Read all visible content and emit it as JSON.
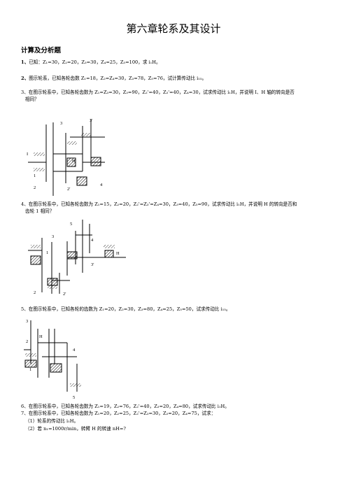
{
  "title": "第六章轮系及其设计",
  "section": "计算及分析题",
  "problems": [
    {
      "num": "1、",
      "text": "已知：Z₁=30，Z₂=20，Z₃=30，Z₄=25，Z₅=100，求 i₁H。"
    },
    {
      "num": "2、",
      "text": "图示轮系，已知各轮齿数 Z₁=18，Z₂=Z₄=30，Z₃=78，Z₅=76，试计算传动比 i₁₅。"
    },
    {
      "num": "3、",
      "text": "在图示轮系中，已知各轮齿数为 Z₁=Z₃=30，Z₃=90，Z₂'=40，Z₃'=40，Z₄=30，试求传动比 i₁H，并说明 I、H 轴的转向是否",
      "cont": "相同？"
    },
    {
      "num": "4、",
      "text": "在图示轮系中，已知各轮齿数为 Z₁=15，Z₂=20，Z₂'=Z₃'=Z₄=30，Z₃=40，Z₅=90，试求传动比 i₁H，并说明 H 的转向是否和",
      "cont": "齿轮 1 相同？"
    },
    {
      "num": "5、",
      "text": "在图示轮系中，已知各轮的齿数为 Z₁=20，Z₂=30，Z₃=80，Z₄=25，Z₅=50，试求传动比 i₁₅。"
    },
    {
      "num": "6、",
      "text": "在图示轮系中，已知各轮齿数为 Z₁=19，Z₂=76，Z₂'=40，Z₃=20，Z₄=80，试求传动比 i₁H。"
    },
    {
      "num": "7、",
      "text": "在图示轮系中，已知各轮齿数为 Z₁=20，Z₂=25，Z₂'=Z₃=30，Z₃=20，Z₄=75，试求："
    }
  ],
  "sub_items": [
    "（1）轮系的传动比 i₁H。",
    "（2）若 n₁=1000r/min，转臂 H 的转速 nH=?"
  ],
  "fig3": {
    "labels": [
      "3",
      "3'",
      "I",
      "H",
      "1",
      "2",
      "2'",
      "4"
    ]
  },
  "fig4": {
    "labels": [
      "5",
      "4",
      "3",
      "1",
      "H",
      "3'",
      "2",
      "2'"
    ]
  },
  "fig5": {
    "labels": [
      "3",
      "2",
      "H",
      "4",
      "1",
      "5"
    ]
  }
}
